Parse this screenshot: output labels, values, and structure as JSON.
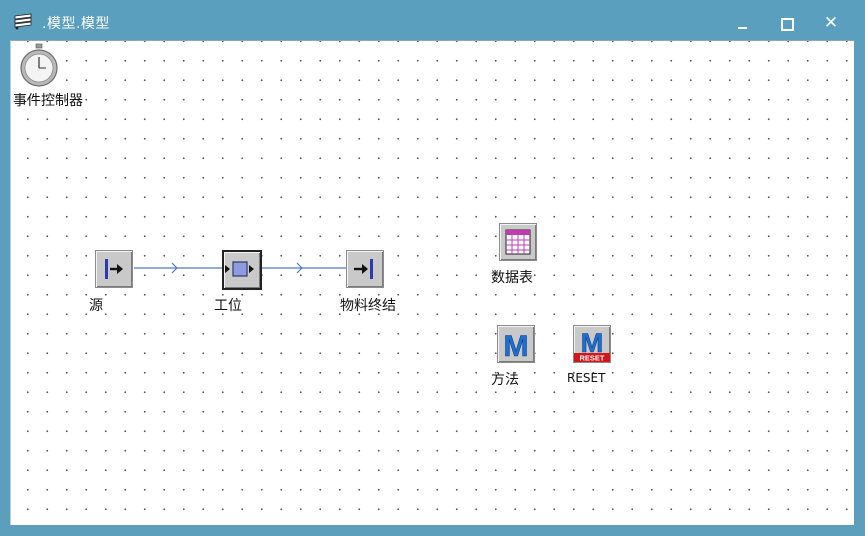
{
  "window": {
    "title": ".模型.模型",
    "controls": {
      "minimize_icon": "minimize-icon",
      "maximize_icon": "maximize-icon",
      "close_icon": "close-icon"
    }
  },
  "canvas": {
    "objects": [
      {
        "id": "event-controller",
        "label": "事件控制器",
        "icon": "stopwatch-icon"
      },
      {
        "id": "source",
        "label": "源",
        "icon": "source-icon"
      },
      {
        "id": "station",
        "label": "工位",
        "icon": "station-icon"
      },
      {
        "id": "drain",
        "label": "物料终结",
        "icon": "drain-icon"
      },
      {
        "id": "table",
        "label": "数据表",
        "icon": "table-icon"
      },
      {
        "id": "method",
        "label": "方法",
        "icon": "method-icon",
        "glyph": "M"
      },
      {
        "id": "reset-method",
        "label": "RESET",
        "icon": "reset-method-icon",
        "glyph": "M",
        "badge": "RESET"
      }
    ],
    "connectors": [
      {
        "from": "源",
        "to": "工位"
      },
      {
        "from": "工位",
        "to": "物料终结"
      }
    ]
  },
  "colors": {
    "titlebar": "#5a9fbe",
    "connector": "#4d79c7",
    "method_blue": "#1f6fd0",
    "reset_red": "#d4161b"
  }
}
